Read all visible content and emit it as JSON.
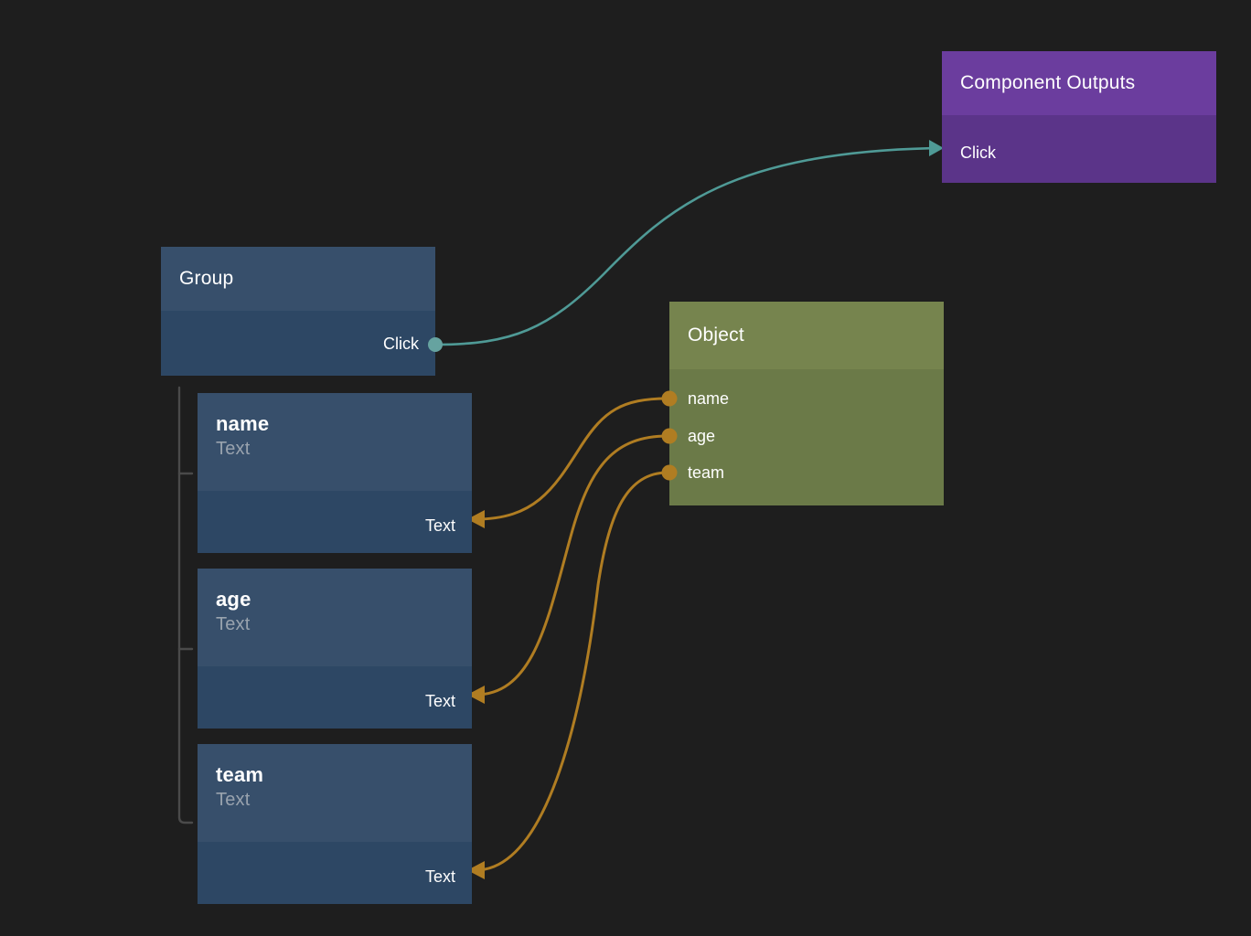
{
  "canvas": {
    "background": "#1e1e1e",
    "kind": "node-graph-editor"
  },
  "nodes": {
    "group": {
      "title": "Group",
      "header_color": "#374f6b",
      "body_color": "#2d4764",
      "outputs": [
        {
          "label": "Click",
          "port_color": "#66a3a0"
        }
      ]
    },
    "component_outputs": {
      "title": "Component Outputs",
      "header_color": "#6b3d9e",
      "body_color": "#5b3489",
      "inputs": [
        {
          "label": "Click"
        }
      ]
    },
    "object": {
      "title": "Object",
      "header_color": "#76844e",
      "body_color": "#6b7a48",
      "inputs": [
        {
          "label": "name",
          "port_color": "#b07d22"
        },
        {
          "label": "age",
          "port_color": "#b07d22"
        },
        {
          "label": "team",
          "port_color": "#b07d22"
        }
      ]
    },
    "children": [
      {
        "title": "name",
        "subtitle": "Text",
        "header_color": "#374f6b",
        "body_color": "#2d4764",
        "outputs": [
          {
            "label": "Text"
          }
        ]
      },
      {
        "title": "age",
        "subtitle": "Text",
        "header_color": "#374f6b",
        "body_color": "#2d4764",
        "outputs": [
          {
            "label": "Text"
          }
        ]
      },
      {
        "title": "team",
        "subtitle": "Text",
        "header_color": "#374f6b",
        "body_color": "#2d4764",
        "outputs": [
          {
            "label": "Text"
          }
        ]
      }
    ]
  },
  "wires": [
    {
      "name": "group-click-to-component-outputs-click",
      "from": "Click",
      "to": "Click",
      "color": "#4f9a96"
    },
    {
      "name": "object-name-to-name-text",
      "from": "name",
      "to": "Text",
      "color": "#b07d22"
    },
    {
      "name": "object-age-to-age-text",
      "from": "age",
      "to": "Text",
      "color": "#b07d22"
    },
    {
      "name": "object-team-to-team-text",
      "from": "team",
      "to": "Text",
      "color": "#b07d22"
    }
  ],
  "colors": {
    "background": "#1e1e1e",
    "wire_teal": "#4f9a96",
    "wire_orange": "#b07d22",
    "port_teal": "#66a3a0",
    "port_orange": "#b07d22",
    "tree_line": "#4a4a4a",
    "text_primary": "#ffffff",
    "text_muted": "#99a3ae"
  }
}
